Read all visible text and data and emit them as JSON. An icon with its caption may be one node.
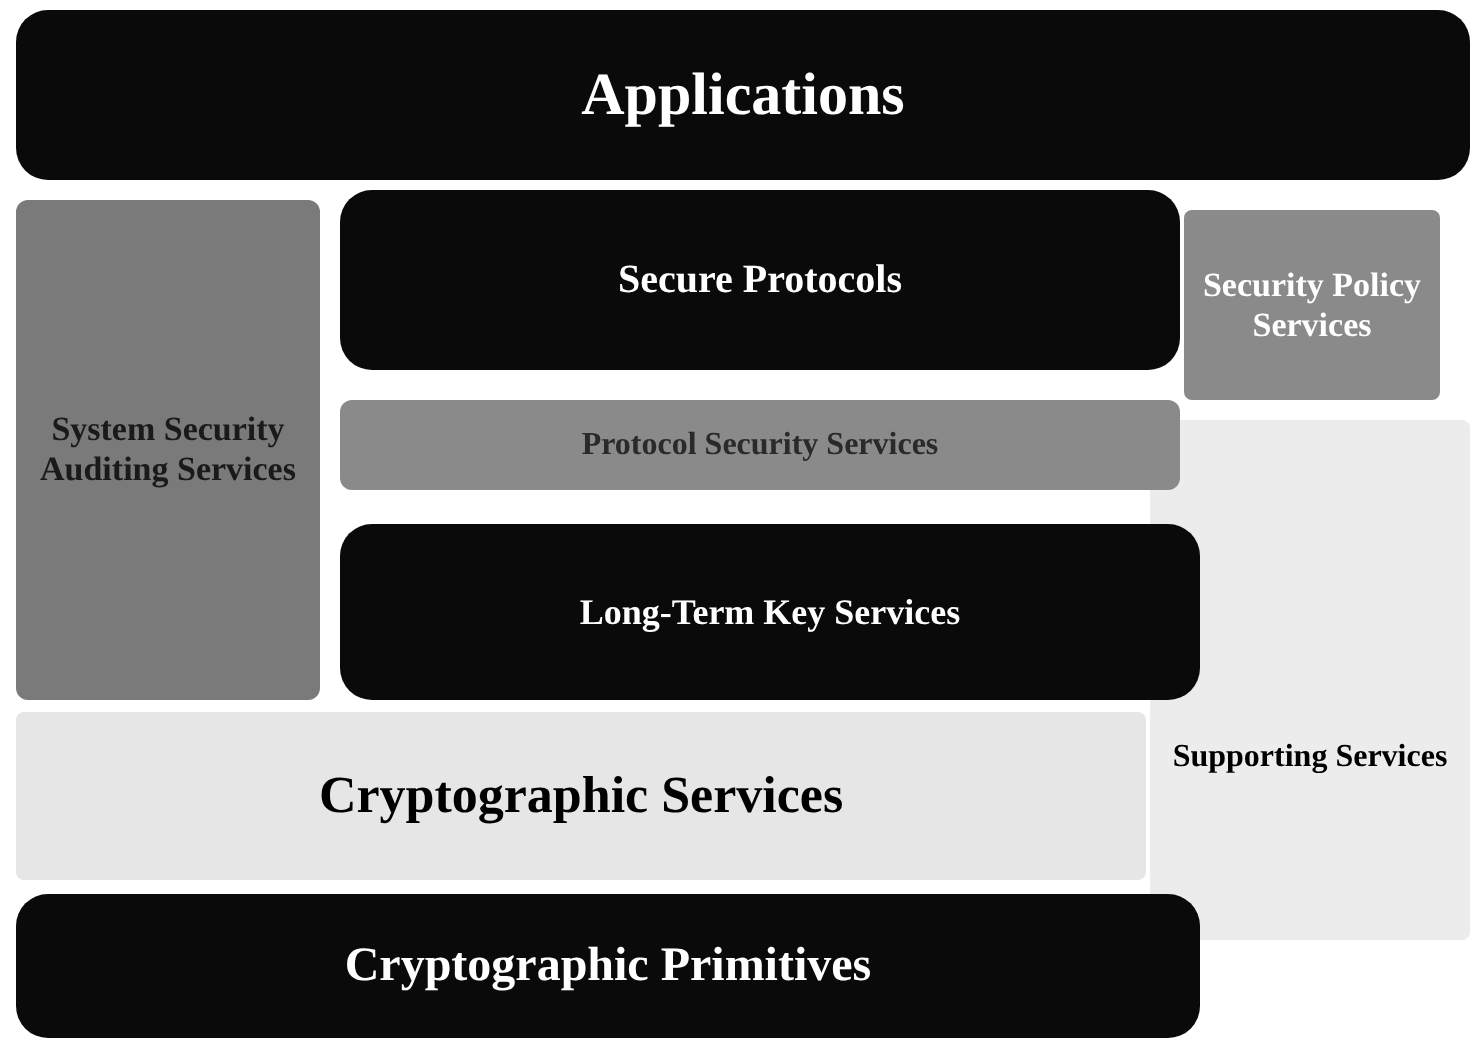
{
  "diagram": {
    "nodes": [
      {
        "text": [
          "Applications"
        ]
      },
      {
        "text": [
          "System Security Auditing Services"
        ]
      },
      {
        "text": [
          "Secure Protocols"
        ]
      },
      {
        "text": [
          "Security Policy Services"
        ]
      },
      {
        "text": [
          "Protocol Security Services"
        ]
      },
      {
        "text": [
          "Long-Term Key Services"
        ]
      },
      {
        "text": [
          "Supporting Services"
        ]
      },
      {
        "text": [
          "Cryptographic Services"
        ]
      },
      {
        "text": [
          "Cryptographic Primitives"
        ]
      }
    ]
  }
}
